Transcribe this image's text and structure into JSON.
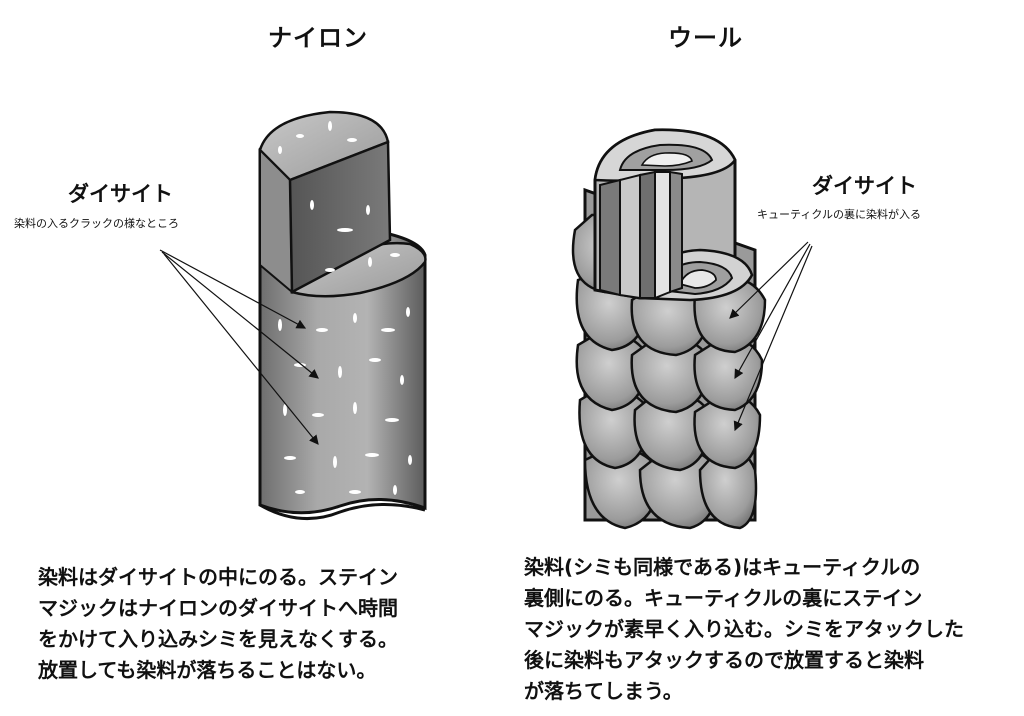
{
  "nylon": {
    "title": "ナイロン",
    "site_title": "ダイサイト",
    "site_desc": "染料の入るクラックの様なところ",
    "caption": [
      "染料はダイサイトの中にのる。ステイン",
      "マジックはナイロンのダイサイトへ時間",
      "をかけて入り込みシミを見えなくする。",
      "放置しても染料が落ちることはない。"
    ]
  },
  "wool": {
    "title": "ウール",
    "site_title": "ダイサイト",
    "site_desc": "キューティクルの裏に染料が入る",
    "caption": [
      "染料(シミも同様である)はキューティクルの",
      "裏側にのる。キューティクルの裏にステイン",
      "マジックが素早く入り込む。シミをアタックした",
      "後に染料もアタックするので放置すると染料",
      "が落ちてしまう。"
    ]
  }
}
